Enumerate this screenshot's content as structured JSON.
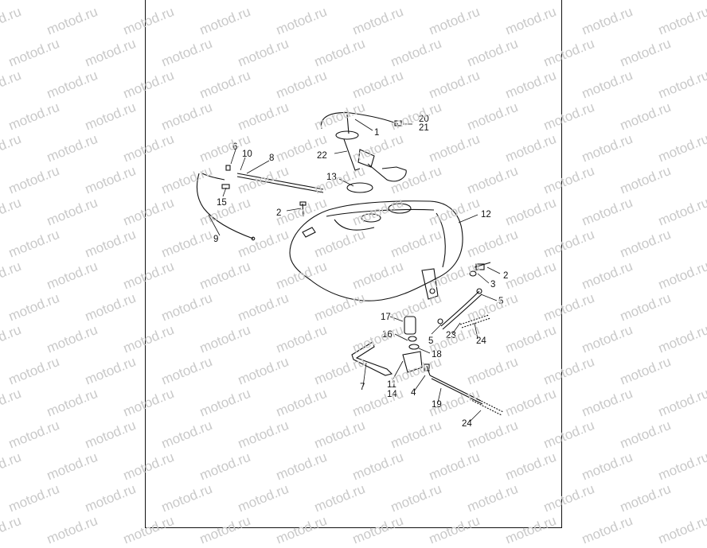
{
  "watermark": {
    "text": "motod.ru",
    "color": "#c9c9c9"
  },
  "diagram": {
    "title": "",
    "callouts": [
      {
        "id": "c1",
        "text": "1"
      },
      {
        "id": "c20",
        "text": "20"
      },
      {
        "id": "c21",
        "text": "21"
      },
      {
        "id": "c22",
        "text": "22"
      },
      {
        "id": "c6",
        "text": "6"
      },
      {
        "id": "c10",
        "text": "10"
      },
      {
        "id": "c8",
        "text": "8"
      },
      {
        "id": "c13",
        "text": "13"
      },
      {
        "id": "c15",
        "text": "15"
      },
      {
        "id": "c2a",
        "text": "2"
      },
      {
        "id": "c9",
        "text": "9"
      },
      {
        "id": "c12",
        "text": "12"
      },
      {
        "id": "c2b",
        "text": "2"
      },
      {
        "id": "c3",
        "text": "3"
      },
      {
        "id": "c5a",
        "text": "5"
      },
      {
        "id": "c17",
        "text": "17"
      },
      {
        "id": "c5b",
        "text": "5"
      },
      {
        "id": "c23",
        "text": "23"
      },
      {
        "id": "c24a",
        "text": "24"
      },
      {
        "id": "c16",
        "text": "16"
      },
      {
        "id": "c18",
        "text": "18"
      },
      {
        "id": "c7",
        "text": "7"
      },
      {
        "id": "c11",
        "text": "11"
      },
      {
        "id": "c14",
        "text": "14"
      },
      {
        "id": "c4",
        "text": "4"
      },
      {
        "id": "c19",
        "text": "19"
      },
      {
        "id": "c24b",
        "text": "24"
      }
    ]
  }
}
